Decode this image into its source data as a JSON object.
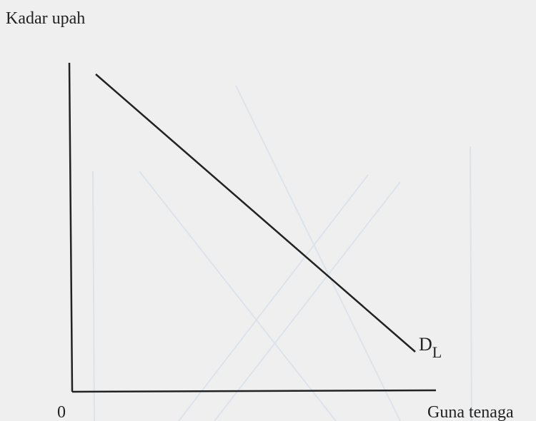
{
  "axes": {
    "y_label": "Kadar upah",
    "x_label": "Guna tenaga",
    "origin": "0"
  },
  "curve": {
    "label_main": "D",
    "label_sub": "L"
  },
  "colors": {
    "background": "#efefef",
    "ink": "#222222",
    "ghost": "#dde3ea"
  }
}
